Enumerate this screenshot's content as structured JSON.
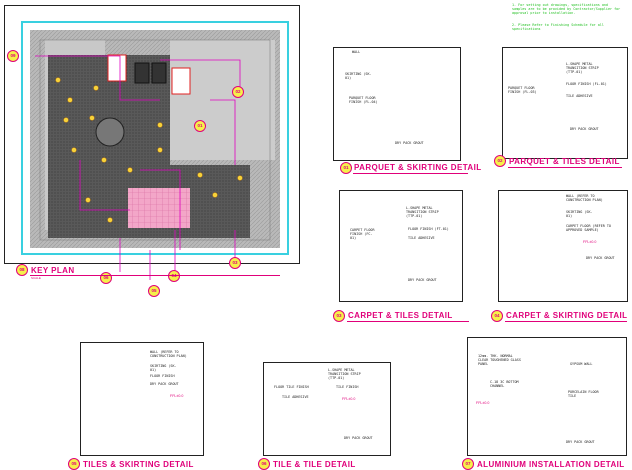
{
  "notes": {
    "note1": "1. For setting out drawings, specifications and samples are to be provided by Contractor/Supplier for approval prior to installation.",
    "note2": "2. Please Refer to Finishing Schedule for all specifications"
  },
  "key_plan": {
    "number": "08",
    "title": "KEY PLAN",
    "scale": "SCALE",
    "callouts": [
      "09",
      "01",
      "02",
      "03",
      "04",
      "05",
      "06",
      "07",
      "08"
    ]
  },
  "details": [
    {
      "id": "d1",
      "number": "01",
      "title": "PARQUET & SKIRTING DETAIL",
      "labels": {
        "wall": "WALL",
        "skirting": "SKIRTING (SK-01)",
        "floor": "PARQUET FLOOR FINISH (FL-04)",
        "screed": "DRY PACK GROUT"
      }
    },
    {
      "id": "d2",
      "number": "02",
      "title": "PARQUET & TILES DETAIL",
      "labels": {
        "strip": "L-SHAPE METAL TRANSITION STRIP (TTP-01)",
        "floor": "FLOOR FINISH (FL-01)",
        "parquet": "PARQUET FLOOR FINISH (FL-03)",
        "adhesive": "TILE ADHESIVE",
        "screed": "DRY PACK GROUT"
      }
    },
    {
      "id": "d3",
      "number": "03",
      "title": "CARPET & TILES DETAIL",
      "labels": {
        "strip": "L-SHAPE METAL TRANSITION STRIP (TTP-01)",
        "carpet": "CARPET FLOOR FINISH (FC-01)",
        "floor": "FLOOR FINISH (FT-01)",
        "adhesive": "TILE ADHESIVE",
        "screed": "DRY PACK GROUT"
      }
    },
    {
      "id": "d4",
      "number": "04",
      "title": "CARPET & SKIRTING DETAIL",
      "labels": {
        "wall": "WALL (REFER TO CONSTRUCTION PLAN)",
        "skirting": "SKIRTING (SK-01)",
        "carpet": "CARPET FLOOR (REFER TO APPROVED SAMPLE)",
        "level": "FFL±0.0",
        "screed": "DRY PACK GROUT"
      }
    },
    {
      "id": "d5",
      "number": "05",
      "title": "TILES & SKIRTING DETAIL",
      "labels": {
        "wall": "WALL (REFER TO CONSTRUCTION PLAN)",
        "skirting": "SKIRTING (SK-01)",
        "floor": "FLOOR FINISH",
        "screed": "DRY PACK GROUT",
        "level": "FFL±0.0"
      }
    },
    {
      "id": "d6",
      "number": "06",
      "title": "TILE & TILE DETAIL",
      "labels": {
        "strip": "L-SHAPE METAL TRANSITION STRIP (TTP-01)",
        "floor1": "FLOOR TILE FINISH",
        "floor2": "TILE FINISH",
        "adhesive": "TILE ADHESIVE",
        "level": "FFL±0.0",
        "screed": "DRY PACK GROUT"
      }
    },
    {
      "id": "d7",
      "number": "07",
      "title": "ALUMINIUM INSTALLATION DETAIL",
      "labels": {
        "glass": "12mm. THK. NORMAL CLEAR TOUGHENED GLASS PANEL",
        "channel": "C-18 3C BOTTOM CHANNEL",
        "gypsum": "GYPSUM WALL",
        "porcelain": "PORCELAIN FLOOR TILE",
        "level": "FFL±0.0",
        "screed": "DRY PACK GROUT"
      }
    }
  ]
}
